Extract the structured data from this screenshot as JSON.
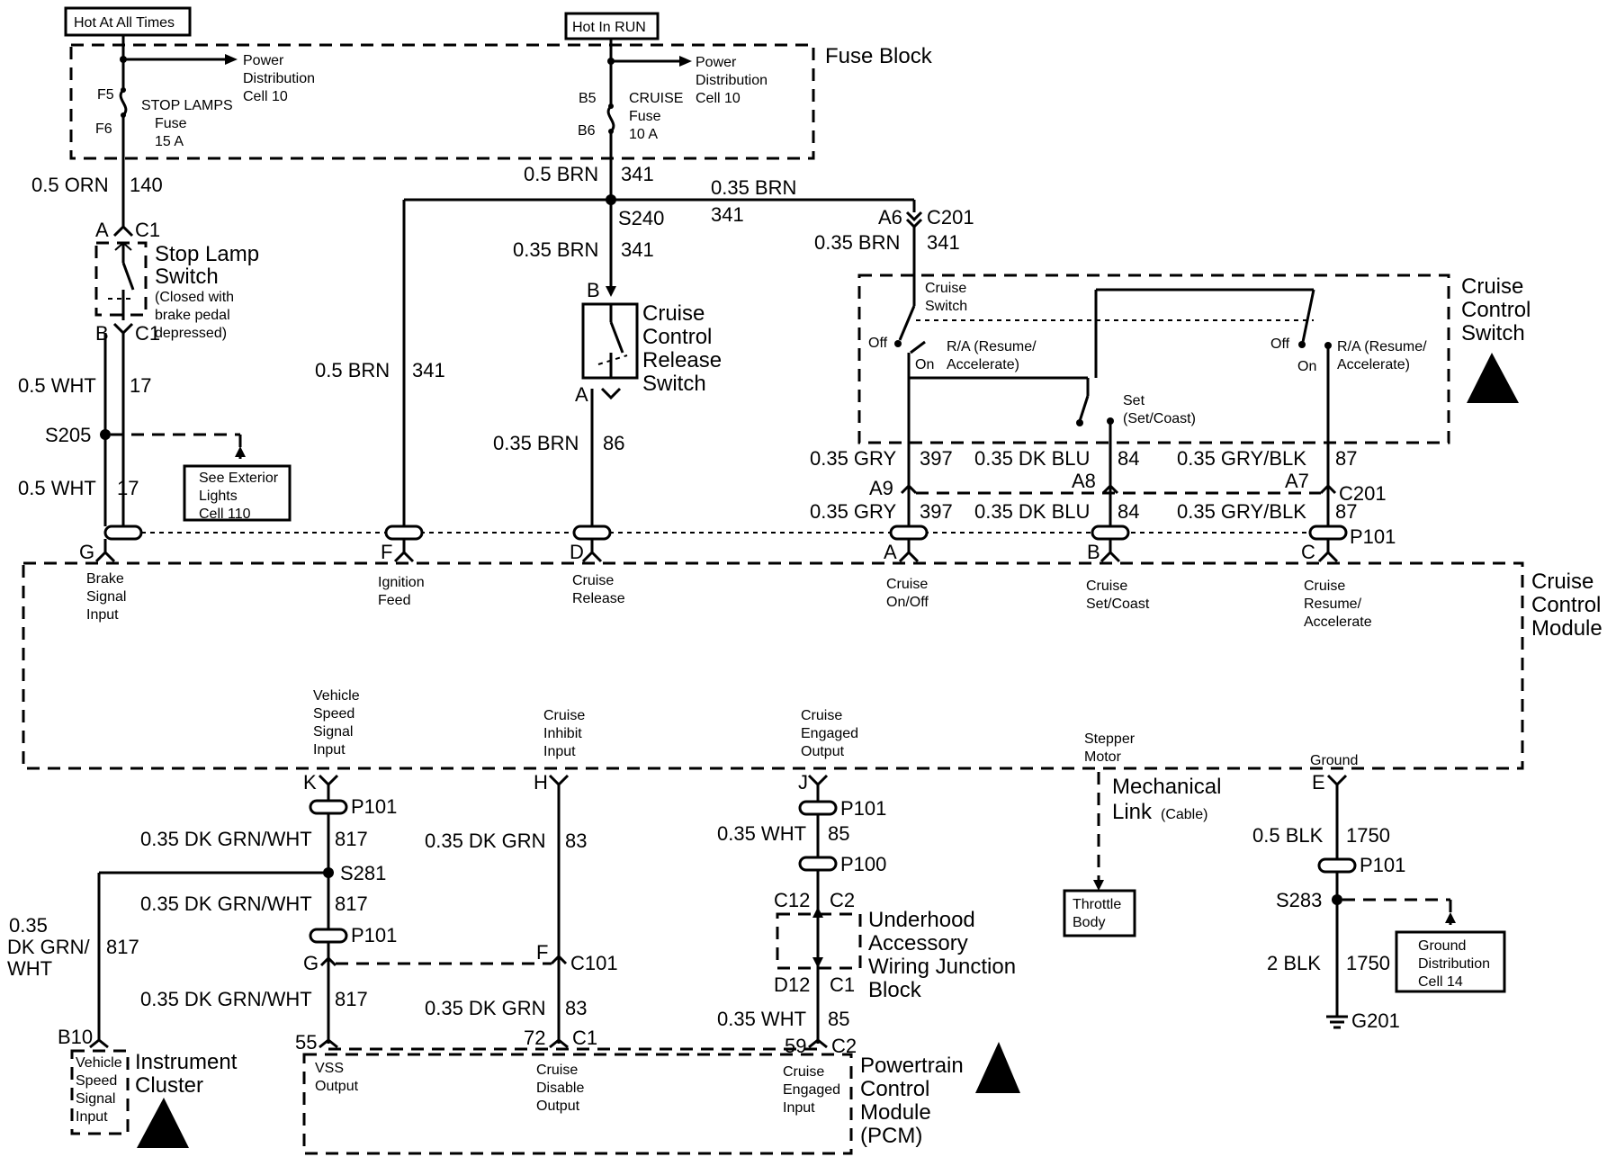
{
  "power": {
    "hot_all_times": "Hot At All Times",
    "hot_in_run": "Hot In RUN"
  },
  "fuse_block": {
    "title": "Fuse Block",
    "stop": {
      "f5": "F5",
      "f6": "F6",
      "name": "STOP LAMPS",
      "l2": "Fuse",
      "l3": "15 A",
      "pd1": "Power",
      "pd2": "Distribution",
      "pd3": "Cell 10"
    },
    "cruise": {
      "b5": "B5",
      "b6": "B6",
      "name": "CRUISE",
      "l2": "Fuse",
      "l3": "10 A",
      "pd1": "Power",
      "pd2": "Distribution",
      "pd3": "Cell 10"
    }
  },
  "wires": {
    "w140": {
      "color": "0.5 ORN",
      "num": "140"
    },
    "w341a": {
      "color": "0.5 BRN",
      "num": "341"
    },
    "w341b": {
      "color": "0.35 BRN",
      "num": "341"
    },
    "w341c": {
      "color": "0.35 BRN",
      "num": "341"
    },
    "w341d": {
      "color": "0.35 BRN",
      "num": "341"
    },
    "w341e": {
      "color": "0.5 BRN",
      "num": "341"
    },
    "w17a": {
      "color": "0.5 WHT",
      "num": "17"
    },
    "w17b": {
      "color": "0.5 WHT",
      "num": "17"
    },
    "w86": {
      "color": "0.35 BRN",
      "num": "86"
    },
    "w397a": {
      "color": "0.35 GRY",
      "num": "397"
    },
    "w397b": {
      "color": "0.35 GRY",
      "num": "397"
    },
    "w84a": {
      "color": "0.35 DK BLU",
      "num": "84"
    },
    "w84b": {
      "color": "0.35 DK BLU",
      "num": "84"
    },
    "w87a": {
      "color": "0.35 GRY/BLK",
      "num": "87"
    },
    "w87b": {
      "color": "0.35 GRY/BLK",
      "num": "87"
    },
    "w817a": {
      "color": "0.35 DK GRN/WHT",
      "num": "817"
    },
    "w817b": {
      "color": "0.35 DK GRN/WHT",
      "num": "817"
    },
    "w817c": {
      "color": "0.35 DK GRN/WHT",
      "num": "817"
    },
    "w817d": {
      "l1": "0.35",
      "l2": "DK GRN/",
      "l3": "WHT",
      "num": "817"
    },
    "w83a": {
      "color": "0.35 DK GRN",
      "num": "83"
    },
    "w83b": {
      "color": "0.35 DK GRN",
      "num": "83"
    },
    "w85a": {
      "color": "0.35 WHT",
      "num": "85"
    },
    "w85b": {
      "color": "0.35 WHT",
      "num": "85"
    },
    "w1750a": {
      "color": "0.5 BLK",
      "num": "1750"
    },
    "w1750b": {
      "color": "2 BLK",
      "num": "1750"
    }
  },
  "connectors": {
    "c1": "C1",
    "c1_a": "A",
    "c1_b": "B",
    "s240": "S240",
    "a6": "A6",
    "c201": "C201",
    "s205": "S205",
    "crs_b": "B",
    "crs_a": "A",
    "a9": "A9",
    "a8": "A8",
    "a7": "A7",
    "c201b": "C201",
    "p101": "P101",
    "pin_g": "G",
    "pin_f": "F",
    "pin_d": "D",
    "pin_a": "A",
    "pin_b": "B",
    "pin_c": "C",
    "pin_k": "K",
    "pin_h": "H",
    "pin_j": "J",
    "pin_e": "E",
    "p101_k": "P101",
    "p101_j": "P101",
    "p100": "P100",
    "p101_e": "P101",
    "s281": "S281",
    "p101_s281": "P101",
    "g_pin": "G",
    "f_pin": "F",
    "c101": "C101",
    "c12": "C12",
    "c2": "C2",
    "d12": "D12",
    "c1_d12": "C1",
    "s283": "S283",
    "g201": "G201",
    "b10": "B10",
    "p55": "55",
    "p72": "72",
    "c1_72": "C1",
    "p59": "59",
    "c2_59": "C2"
  },
  "components": {
    "stop_lamp": {
      "l1": "Stop Lamp",
      "l2": "Switch",
      "l3": "(Closed with",
      "l4": "brake pedal",
      "l5": "depressed)"
    },
    "ccr": {
      "l1": "Cruise",
      "l2": "Control",
      "l3": "Release",
      "l4": "Switch"
    },
    "ccs": {
      "l1": "Cruise",
      "l2": "Control",
      "l3": "Switch",
      "cs1": "Cruise",
      "cs2": "Switch",
      "off1": "Off",
      "on1": "On",
      "ra1": "R/A (Resume/",
      "ra2": "Accelerate)",
      "set1": "Set",
      "set2": "(Set/Coast)",
      "off2": "Off",
      "on2": "On",
      "ra3": "R/A (Resume/",
      "ra4": "Accelerate)"
    },
    "ext": {
      "l1": "See Exterior",
      "l2": "Lights",
      "l3": "Cell 110"
    },
    "ccm": {
      "l1": "Cruise",
      "l2": "Control",
      "l3": "Module"
    },
    "ccm_pins": {
      "g1": "Brake",
      "g2": "Signal",
      "g3": "Input",
      "f1": "Ignition",
      "f2": "Feed",
      "d1": "Cruise",
      "d2": "Release",
      "a1": "Cruise",
      "a2": "On/Off",
      "b1": "Cruise",
      "b2": "Set/Coast",
      "c1": "Cruise",
      "c2": "Resume/",
      "c3": "Accelerate",
      "k1": "Vehicle",
      "k2": "Speed",
      "k3": "Signal",
      "k4": "Input",
      "h1": "Cruise",
      "h2": "Inhibit",
      "h3": "Input",
      "j1": "Cruise",
      "j2": "Engaged",
      "j3": "Output",
      "sm1": "Stepper",
      "sm2": "Motor",
      "e1": "Ground"
    },
    "mech": {
      "l1": "Mechanical",
      "l2": "Link",
      "l3": "(Cable)"
    },
    "throttle": {
      "l1": "Throttle",
      "l2": "Body"
    },
    "ground_dist": {
      "l1": "Ground",
      "l2": "Distribution",
      "l3": "Cell 14"
    },
    "uhajb": {
      "l1": "Underhood",
      "l2": "Accessory",
      "l3": "Wiring Junction",
      "l4": "Block"
    },
    "ic": {
      "l1": "Instrument",
      "l2": "Cluster",
      "p1": "Vehicle",
      "p2": "Speed",
      "p3": "Signal",
      "p4": "Input"
    },
    "pcm": {
      "l1": "Powertrain",
      "l2": "Control",
      "l3": "Module",
      "l4": "(PCM)",
      "vss1": "VSS",
      "vss2": "Output",
      "cd1": "Cruise",
      "cd2": "Disable",
      "cd3": "Output",
      "ce1": "Cruise",
      "ce2": "Engaged",
      "ce3": "Input"
    }
  }
}
